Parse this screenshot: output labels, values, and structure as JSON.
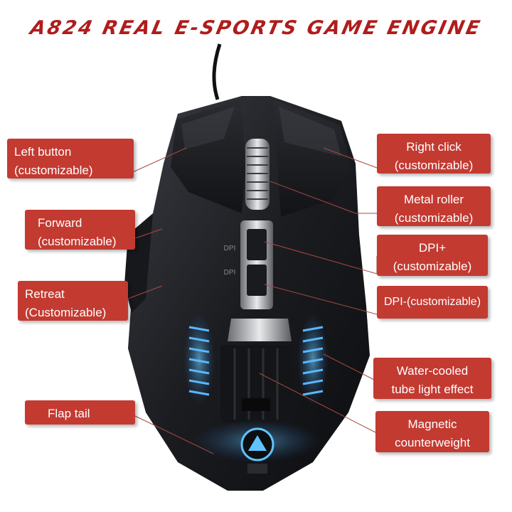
{
  "title": "A824 REAL E-SPORTS GAME ENGINE",
  "callouts": {
    "left_button": [
      "Left button",
      "(customizable)"
    ],
    "forward": [
      "Forward",
      "(customizable)"
    ],
    "retreat": [
      "Retreat",
      "(Customizable)"
    ],
    "flap_tail": [
      "Flap tail"
    ],
    "right_click": [
      "Right click",
      "(customizable)"
    ],
    "metal_roller": [
      "Metal roller",
      "(customizable)"
    ],
    "dpi_plus": [
      "DPI+",
      "(customizable)"
    ],
    "dpi_minus": [
      "DPI-(customizable)"
    ],
    "water_cooled": [
      "Water-cooled",
      "tube light effect"
    ],
    "counterweight": [
      "Magnetic",
      "counterweight"
    ]
  },
  "mouse_labels": {
    "dpi_up": "DPI",
    "dpi_down": "DPI"
  },
  "colors": {
    "callout_bg": "#c33a31",
    "title": "#b01c1c",
    "mouse_body": "#1c1d20",
    "light_tube": "#3aa0ff"
  }
}
